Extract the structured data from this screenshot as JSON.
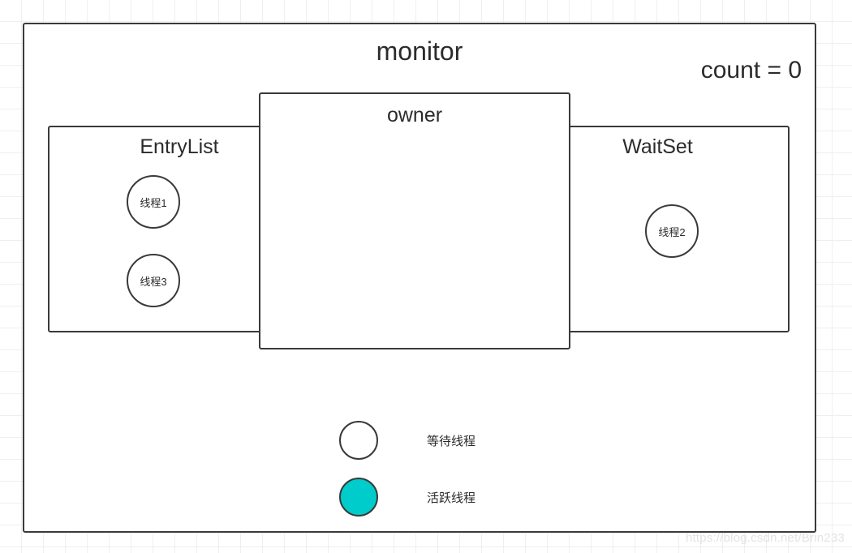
{
  "diagram": {
    "title": "monitor",
    "count_label": "count = 0",
    "regions": [
      {
        "key": "entrylist",
        "title": "EntryList"
      },
      {
        "key": "owner",
        "title": "owner"
      },
      {
        "key": "waitset",
        "title": "WaitSet"
      }
    ],
    "threads": [
      {
        "id": "thread-1",
        "label": "线程1",
        "region": "entrylist",
        "state": "waiting"
      },
      {
        "id": "thread-3",
        "label": "线程3",
        "region": "entrylist",
        "state": "waiting"
      },
      {
        "id": "thread-2",
        "label": "线程2",
        "region": "waitset",
        "state": "waiting"
      }
    ],
    "legend": [
      {
        "label": "等待线程",
        "color": "#ffffff",
        "state": "waiting"
      },
      {
        "label": "活跃线程",
        "color": "#00cccc",
        "state": "active"
      }
    ],
    "colors": {
      "stroke": "#3a3a3a",
      "fill": "#ffffff",
      "active": "#00cccc",
      "grid": "#efefef",
      "text": "#2b2b2b",
      "watermark": "#e3e3e3"
    },
    "watermark": "https://blog.csdn.net/Brin233"
  }
}
